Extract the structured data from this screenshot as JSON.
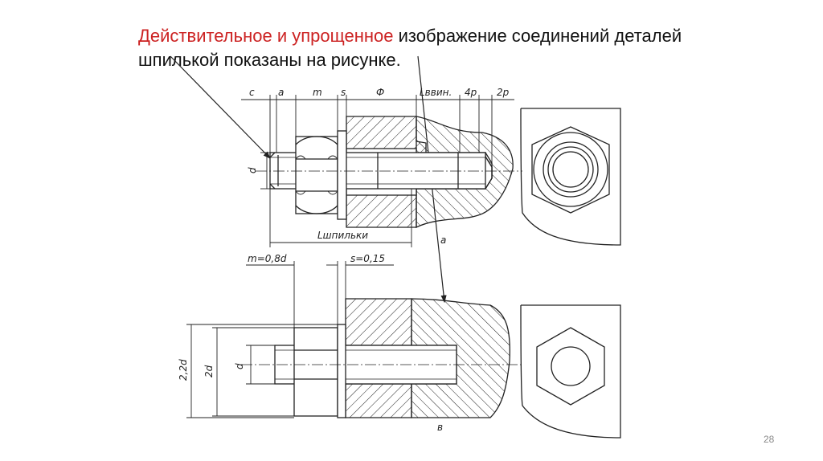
{
  "slide": {
    "title_red": "Действительное и упрощенное",
    "title_rest": " изображение соединений деталей шпилькой показаны на рисунке.",
    "page_number": "28"
  },
  "drawing_top": {
    "labels": {
      "c": "c",
      "a": "a",
      "m": "m",
      "s": "s",
      "phi": "Ф",
      "l_vvin": "Lввин.",
      "four_p": "4p",
      "two_p": "2p",
      "d": "d",
      "l_stud": "Lшпильки",
      "caption": "а"
    }
  },
  "drawing_bottom": {
    "labels": {
      "m_formula": "m=0,8d",
      "s_formula": "s=0,15",
      "two_two_d": "2,2d",
      "two_d": "2d",
      "d": "d",
      "caption": "в"
    }
  },
  "colors": {
    "line": "#222222",
    "accent": "#cc2222",
    "page_number": "#8a8a8a"
  }
}
